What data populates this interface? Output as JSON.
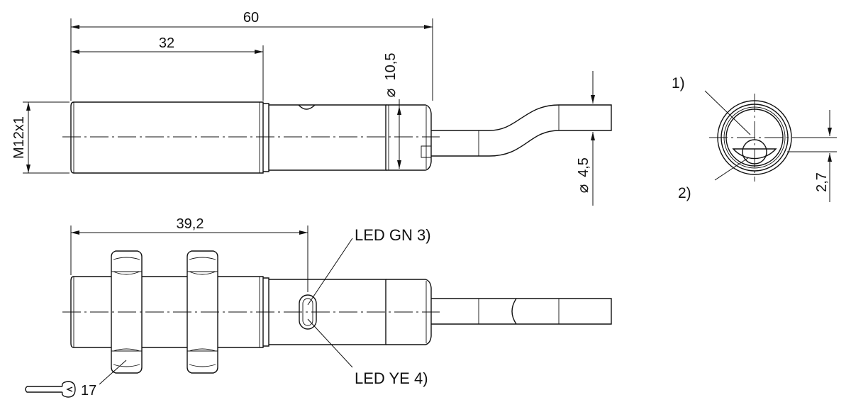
{
  "dimensions": {
    "overall_length": "60",
    "thread_length": "32",
    "led_position": "39,2",
    "thread_size": "M12x1",
    "housing_diameter": "10,5",
    "cable_diameter": "4,5",
    "optical_axis_offset": "2,7",
    "diameter_symbol": "⌀"
  },
  "annotations": {
    "note_1": "1)",
    "note_2": "2)",
    "led_green": "LED GN 3)",
    "led_yellow": "LED YE 4)"
  },
  "wrench": {
    "size": "17",
    "icon": "wrench-icon"
  }
}
